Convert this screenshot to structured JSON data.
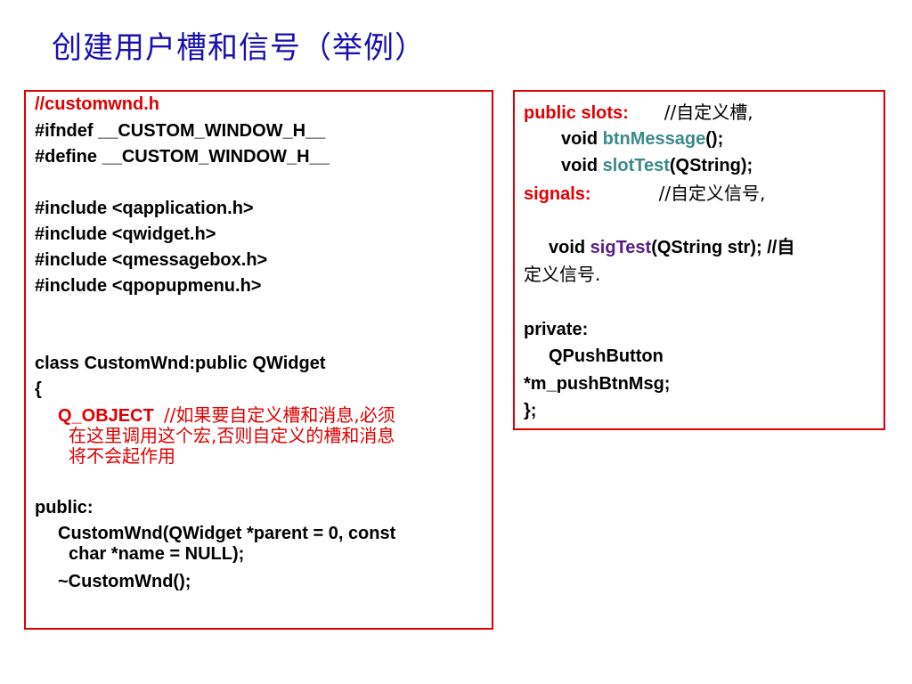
{
  "title": "创建用户槽和信号（举例）",
  "left_code": {
    "l1_prefix": "//",
    "l1_file": "customwnd.h",
    "l2": "#ifndef __CUSTOM_WINDOW_H__",
    "l3": "#define __CUSTOM_WINDOW_H__",
    "l4": "#include <qapplication.h>",
    "l5": "#include <qwidget.h>",
    "l6": "#include <qmessagebox.h>",
    "l7": "#include <qpopupmenu.h>",
    "l8": "class CustomWnd:public QWidget",
    "l9": "{",
    "l10_macro": "Q_OBJECT",
    "l10_comment": "//如果要自定义槽和消息,必须",
    "l11": "在这里调用这个宏,否则自定义的槽和消息",
    "l12": "将不会起作用",
    "l13": "public:",
    "l14": "CustomWnd(QWidget *parent = 0, const",
    "l15": "char *name = NULL);",
    "l16": "~CustomWnd();"
  },
  "right_code": {
    "r1_kw": "public slots:",
    "r1_comment": "//自定义槽,",
    "r2_pre": "void ",
    "r2_fn": "btnMessage",
    "r2_post": "();",
    "r3_pre": "void ",
    "r3_fn": "slotTest",
    "r3_post": "(QString);",
    "r4_kw": "signals:",
    "r4_comment": "//自定义信号,",
    "r5_pre": "void ",
    "r5_fn": "sigTest",
    "r5_post": "(QString str);  //自",
    "r6": "定义信号.",
    "r7": "private:",
    "r8": "QPushButton",
    "r9": "*m_pushBtnMsg;",
    "r10": "};"
  }
}
